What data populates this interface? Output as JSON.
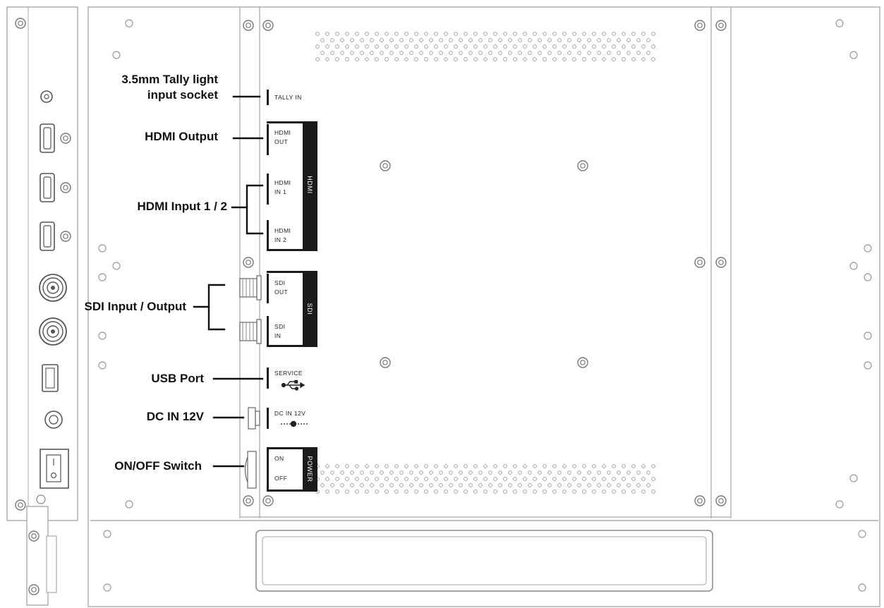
{
  "callouts": {
    "tally": [
      "3.5mm Tally light",
      "input socket"
    ],
    "hdmi_out": "HDMI Output",
    "hdmi_in": "HDMI Input 1 / 2",
    "sdi": "SDI Input / Output",
    "usb": "USB Port",
    "dc": "DC IN 12V",
    "power": "ON/OFF Switch"
  },
  "panel": {
    "tally_in": "TALLY IN",
    "hdmi_out": [
      "HDMI",
      "OUT"
    ],
    "hdmi_in1": [
      "HDMI",
      "IN 1"
    ],
    "hdmi_in2": [
      "HDMI",
      "IN 2"
    ],
    "hdmi_group": "HDMI",
    "sdi_out": [
      "SDI",
      "OUT"
    ],
    "sdi_in": [
      "SDI",
      "IN"
    ],
    "sdi_group": "SDI",
    "service": "SERVICE",
    "dc_in": "DC IN 12V",
    "on": "ON",
    "off": "OFF",
    "power_group": "POWER"
  },
  "colors": {
    "stroke": "#9a9a9a",
    "dark": "#1a1a1a",
    "text": "#111111"
  }
}
